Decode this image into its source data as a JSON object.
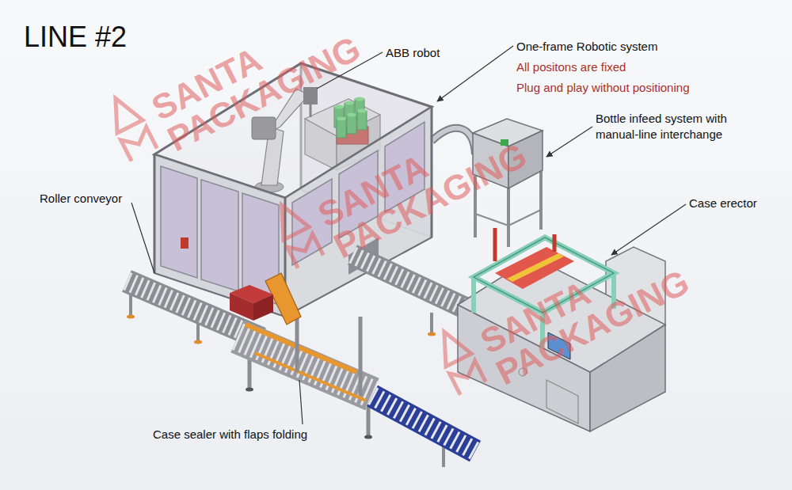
{
  "diagram": {
    "title": "LINE #2",
    "labels": [
      "ABB robot",
      "One-frame Robotic system",
      "All positons are fixed",
      "Plug and play without positioning",
      "Bottle infeed system with manual-line interchange",
      "Case erector",
      "Roller conveyor",
      "Case sealer with flaps folding",
      "SANTA PACKAGING",
      "SANTA PACKAGING",
      "SANTA PACKAGING"
    ]
  }
}
